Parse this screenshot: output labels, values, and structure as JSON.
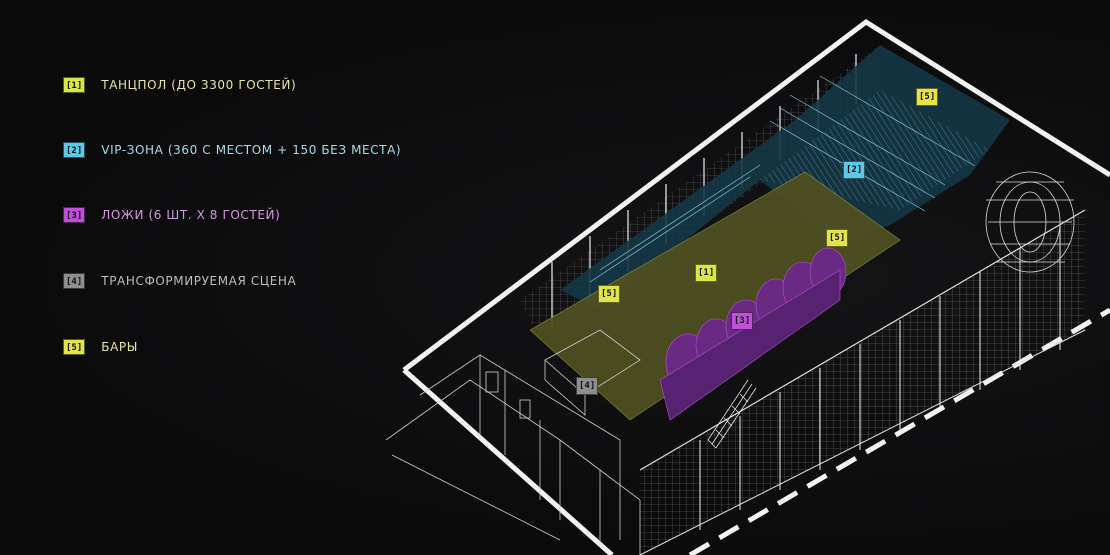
{
  "colors": {
    "background": "#0b0b0c",
    "dancefloor": "#d7e64a",
    "vip": "#5ec9e6",
    "boxes": "#c050d8",
    "stage": "#8e8e8e",
    "bars": "#e3e44c",
    "dancefloor_fill": "#4f4f22",
    "vip_fill": "#153746",
    "boxes_fill": "#6a2a84",
    "wire": "#e8e8e8"
  },
  "legend": {
    "items": [
      {
        "badge": "[1]",
        "label": "ТАНЦПОЛ  (ДО 3300 ГОСТЕЙ)",
        "color": "#d7e64a",
        "text_color": "#e6e6a8"
      },
      {
        "badge": "[2]",
        "label": "VIP-ЗОНА (360 С МЕСТОМ + 150 БЕЗ МЕСТА)",
        "color": "#5ec9e6",
        "text_color": "#a8dcea"
      },
      {
        "badge": "[3]",
        "label": "ЛОЖИ (6 ШТ. Х 8 ГОСТЕЙ)",
        "color": "#c050d8",
        "text_color": "#d698e2"
      },
      {
        "badge": "[4]",
        "label": "ТРАНСФОРМИРУЕМАЯ СЦЕНА",
        "color": "#8e8e8e",
        "text_color": "#bdbdbd"
      },
      {
        "badge": "[5]",
        "label": "БАРЫ",
        "color": "#e3e44c",
        "text_color": "#e6e6a8"
      }
    ]
  },
  "plan_labels": {
    "dancefloor": "[1]",
    "vip": "[2]",
    "boxes": "[3]",
    "stage": "[4]",
    "bar_top": "[5]",
    "bar_right": "[5]",
    "bar_left": "[5]"
  }
}
